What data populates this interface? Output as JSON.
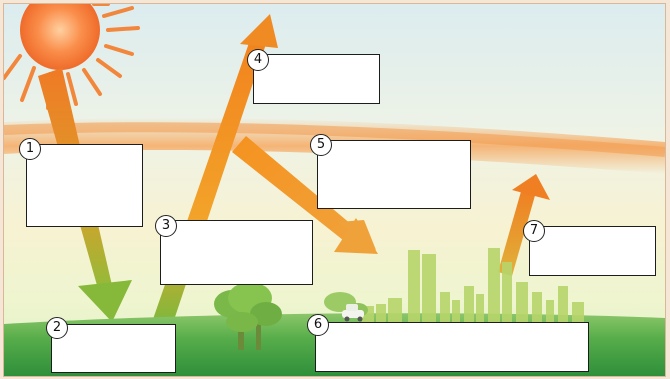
{
  "diagram": {
    "labels": [
      {
        "id": "1",
        "text": ""
      },
      {
        "id": "2",
        "text": ""
      },
      {
        "id": "3",
        "text": ""
      },
      {
        "id": "4",
        "text": ""
      },
      {
        "id": "5",
        "text": ""
      },
      {
        "id": "6",
        "text": ""
      },
      {
        "id": "7",
        "text": ""
      }
    ]
  },
  "colors": {
    "sun": "#f47c2a",
    "arrow_orange": "#f28a1e",
    "arrow_green": "#8bbf3a",
    "atmosphere_band": "#f6a55a",
    "sky": "#d8eef6",
    "ground": "#3e9b43",
    "city": "#b4d36a"
  }
}
